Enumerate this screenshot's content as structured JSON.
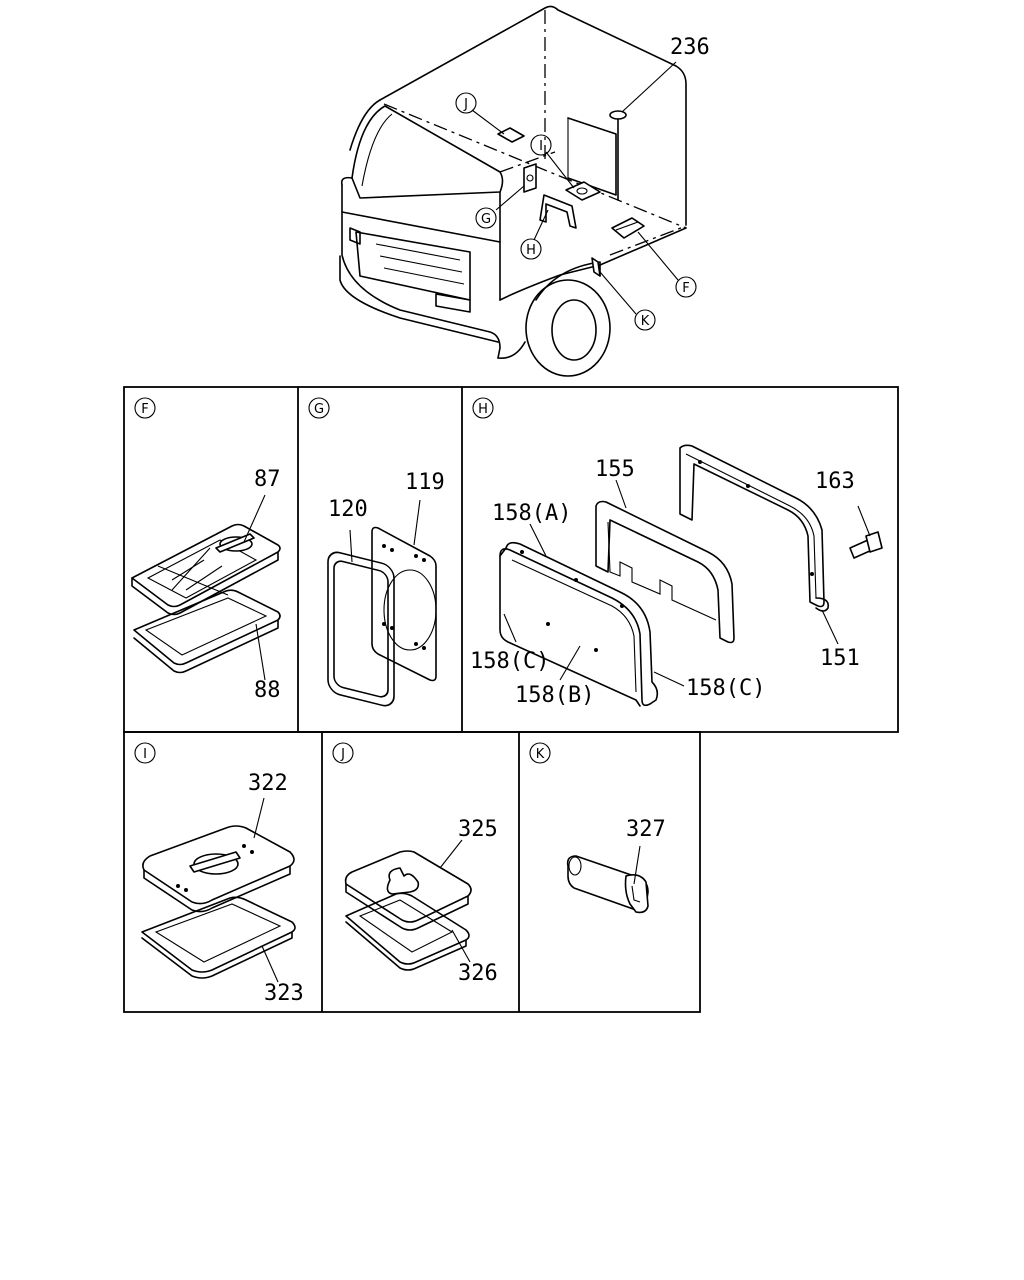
{
  "callouts": {
    "J": "J",
    "I": "I",
    "G": "G",
    "H": "H",
    "F": "F",
    "K": "K"
  },
  "overview": {
    "part_236": "236"
  },
  "panel_f": {
    "letter": "F",
    "part_87": "87",
    "part_88": "88"
  },
  "panel_g": {
    "letter": "G",
    "part_120": "120",
    "part_119": "119"
  },
  "panel_h": {
    "letter": "H",
    "part_155": "155",
    "part_163": "163",
    "part_158a": "158(A)",
    "part_158c_left": "158(C)",
    "part_158b": "158(B)",
    "part_158c_right": "158(C)",
    "part_151": "151"
  },
  "panel_i": {
    "letter": "I",
    "part_322": "322",
    "part_323": "323"
  },
  "panel_j": {
    "letter": "J",
    "part_325": "325",
    "part_326": "326"
  },
  "panel_k": {
    "letter": "K",
    "part_327": "327"
  }
}
